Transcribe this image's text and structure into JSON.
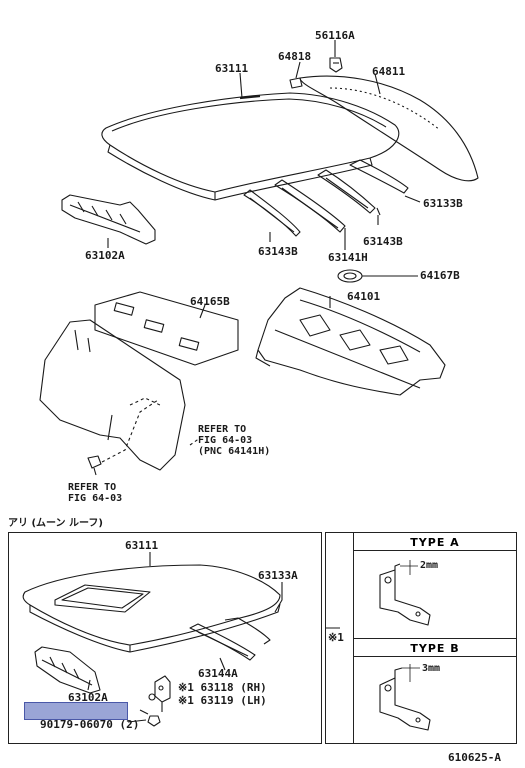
{
  "upper": {
    "labels": {
      "p56116A": "56116A",
      "p64818": "64818",
      "p63111": "63111",
      "p64811": "64811",
      "p63133B": "63133B",
      "p63102A": "63102A",
      "p63143B_left": "63143B",
      "p63143B_right": "63143B",
      "p63141H": "63141H",
      "p64167B": "64167B",
      "p64165B": "64165B",
      "p64101": "64101",
      "refer1_line1": "REFER TO",
      "refer1_line2": "FIG 64-03",
      "refer1_line3": "(PNC 64141H)",
      "refer2_line1": "REFER TO",
      "refer2_line2": "FIG 64-03"
    }
  },
  "lower": {
    "title": "アリ (ムーン ルーフ)",
    "labels": {
      "p63111": "63111",
      "p63133A": "63133A",
      "p63144A": "63144A",
      "p63118": "※1 63118 (RH)",
      "p63119": "※1 63119 (LH)",
      "p63102A": "63102A",
      "p90179": "90179-06070 (2)"
    },
    "type_box": {
      "marker": "※1",
      "type_a": "TYPE  A",
      "type_a_dim": "2mm",
      "type_b": "TYPE  B",
      "type_b_dim": "3mm"
    }
  },
  "footer": {
    "code": "610625-A"
  },
  "colors": {
    "line": "#1a1a1a",
    "highlight": "#9aa5d6"
  }
}
